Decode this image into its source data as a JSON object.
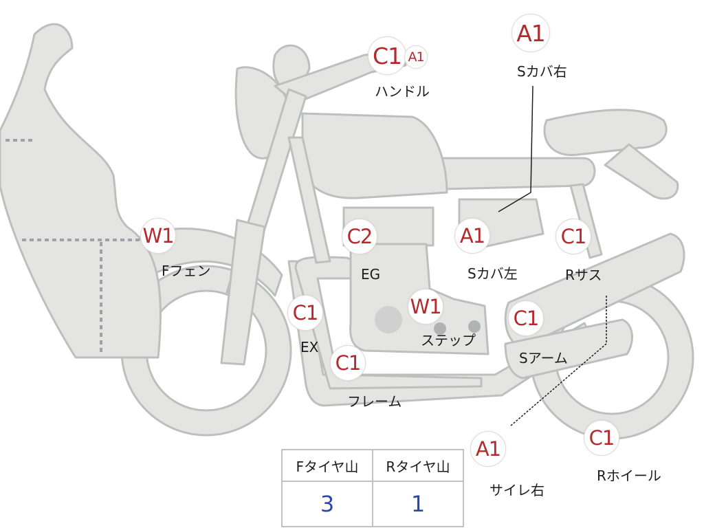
{
  "colors": {
    "body": "#e4e4e2",
    "outline": "#bdbfbf",
    "code": "#b32a2e",
    "value": "#2a48a8"
  },
  "parts": {
    "handle": {
      "code": "C1",
      "sub": "A1",
      "label": "ハンドル"
    },
    "s_cover_right": {
      "code": "A1",
      "label": "Sカバ右"
    },
    "f_fender": {
      "code": "W1",
      "label": "Fフェン"
    },
    "engine": {
      "code": "C2",
      "label": "EG"
    },
    "s_cover_left": {
      "code": "A1",
      "label": "Sカバ左"
    },
    "r_suspension": {
      "code": "C1",
      "label": "Rサス"
    },
    "exhaust": {
      "code": "C1",
      "label": "EX"
    },
    "step": {
      "code": "W1",
      "label": "ステップ"
    },
    "s_arm": {
      "code": "C1",
      "label": "Sアーム"
    },
    "frame": {
      "code": "C1",
      "label": "フレーム"
    },
    "silencer_right": {
      "code": "A1",
      "label": "サイレ右"
    },
    "r_wheel": {
      "code": "C1",
      "label": "Rホイール"
    }
  },
  "tire_table": {
    "headers": [
      "Fタイヤ山",
      "Rタイヤ山"
    ],
    "values": [
      "3",
      "1"
    ]
  }
}
